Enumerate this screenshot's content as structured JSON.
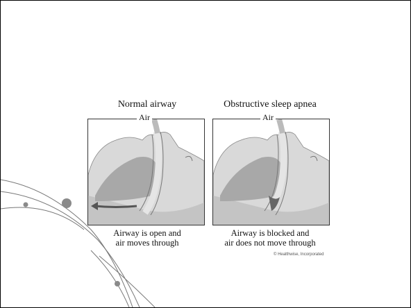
{
  "panels": [
    {
      "title": "Normal airway",
      "air_label": "Air",
      "caption_line1": "Airway is open and",
      "caption_line2": "air moves through"
    },
    {
      "title": "Obstructive sleep apnea",
      "air_label": "Air",
      "caption_line1": "Airway is blocked and",
      "caption_line2": "air does not move through"
    }
  ],
  "credit": "© Healthwise, Incorporated",
  "colors": {
    "border": "#000000",
    "illustration_fill": "#d9d9d9",
    "illustration_shadow": "#a8a8a8",
    "airway_dark": "#666666",
    "decor_line": "#777777",
    "decor_dot": "#8a8a8a"
  }
}
